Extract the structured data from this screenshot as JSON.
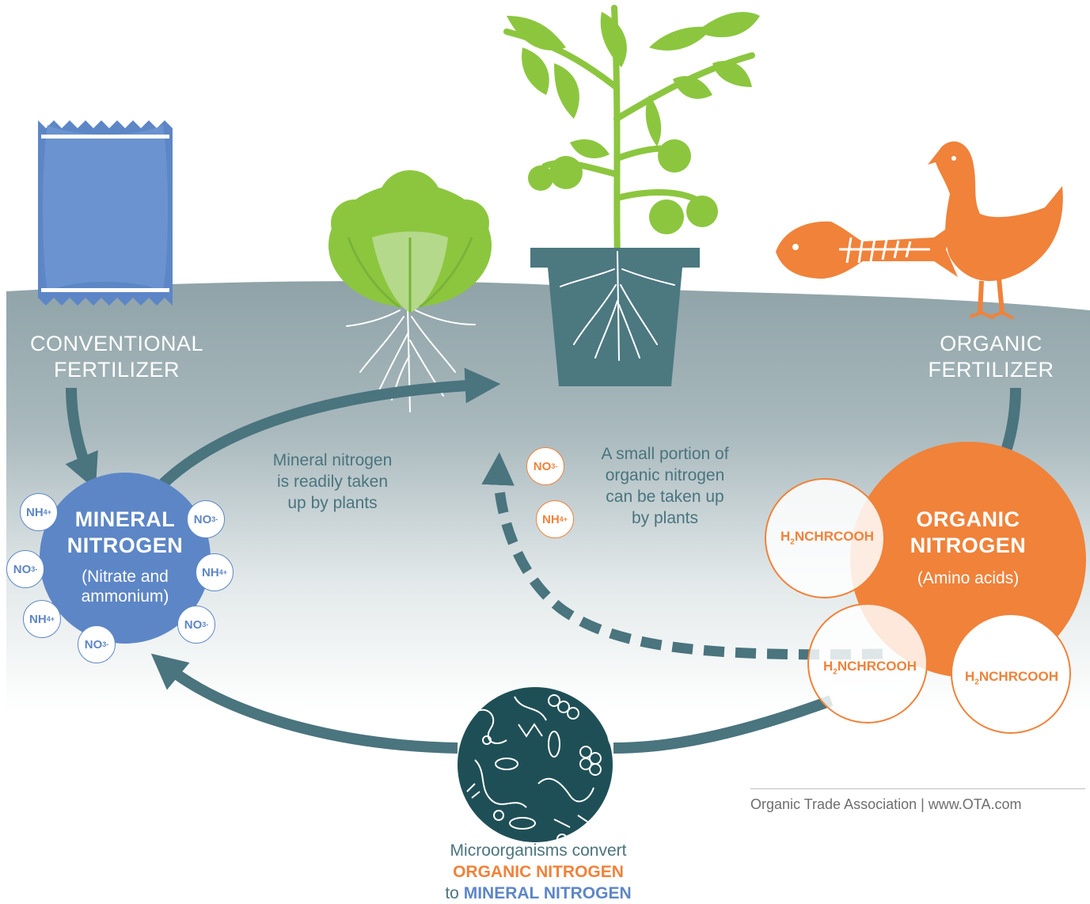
{
  "labels": {
    "conventional": [
      "CONVENTIONAL",
      "FERTILIZER"
    ],
    "organic": [
      "ORGANIC",
      "FERTILIZER"
    ],
    "mineral_title": [
      "MINERAL",
      "NITROGEN"
    ],
    "mineral_sub": [
      "(Nitrate and",
      "ammonium)"
    ],
    "organic_title": [
      "ORGANIC",
      "NITROGEN"
    ],
    "organic_sub": "(Amino acids)",
    "mineral_uptake": [
      "Mineral nitrogen",
      "is readily taken",
      "up by plants"
    ],
    "organic_uptake": [
      "A small portion of",
      "organic nitrogen",
      "can be taken up",
      "by plants"
    ],
    "microbe_caption": {
      "line1": "Microorganisms convert",
      "line2": "ORGANIC NITROGEN",
      "line3_prefix": "to ",
      "line3_highlight": "MINERAL NITROGEN"
    },
    "credit": "Organic Trade Association | www.OTA.com"
  },
  "ions": {
    "nh4": {
      "base": "NH",
      "sub": "4",
      "sup": "+"
    },
    "no3": {
      "base": "NO",
      "sub": "3",
      "sup": "-"
    }
  },
  "amino": {
    "pre": "H",
    "sub": "2",
    "post": "NCHRCOOH"
  },
  "icons": [
    "fertilizer-bag-icon",
    "lettuce-icon",
    "tomato-plant-icon",
    "fish-skeleton-icon",
    "chicken-icon",
    "microorganisms-icon"
  ],
  "colors": {
    "soil_top": "#8fa3a8",
    "teal_arrow": "#4a747e",
    "mineral_blue": "#5d86c6",
    "organic_orange": "#f0823a",
    "plant_green": "#8cc63f",
    "pot_teal": "#4c7880",
    "microbe_dark": "#1f4f56"
  }
}
